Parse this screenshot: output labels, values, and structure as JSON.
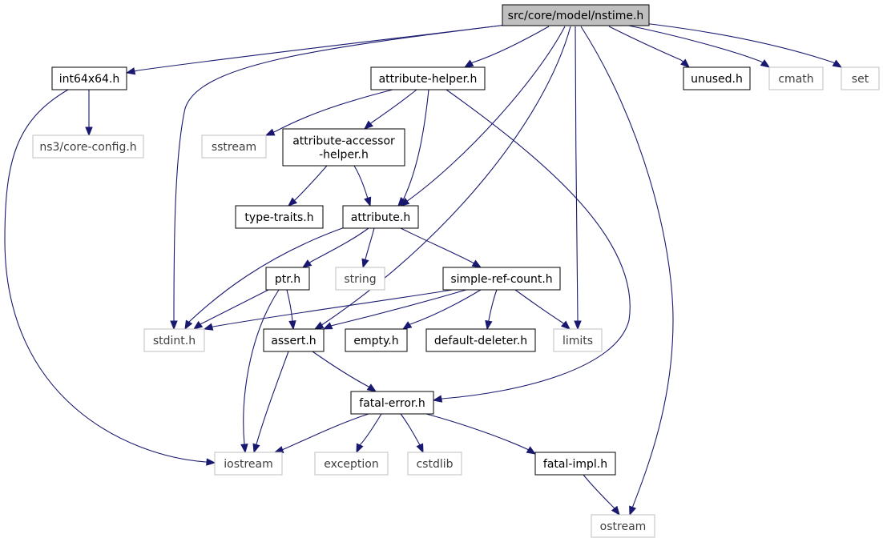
{
  "graph": {
    "focus_node": "nstime",
    "colors": {
      "edge": "#191970",
      "documented_border": "#000000",
      "external_border": "#bfbfbf",
      "focus_fill": "#bfbfbf"
    },
    "nodes": [
      {
        "id": "nstime",
        "lines": [
          "src/core/model/nstime.h"
        ],
        "kind": "focus"
      },
      {
        "id": "int64x64",
        "lines": [
          "int64x64.h"
        ],
        "kind": "documented"
      },
      {
        "id": "attribute-helper",
        "lines": [
          "attribute-helper.h"
        ],
        "kind": "documented"
      },
      {
        "id": "unused",
        "lines": [
          "unused.h"
        ],
        "kind": "documented"
      },
      {
        "id": "cmath",
        "lines": [
          "cmath"
        ],
        "kind": "external"
      },
      {
        "id": "set",
        "lines": [
          "set"
        ],
        "kind": "external"
      },
      {
        "id": "core-config",
        "lines": [
          "ns3/core-config.h"
        ],
        "kind": "external"
      },
      {
        "id": "sstream",
        "lines": [
          "sstream"
        ],
        "kind": "external"
      },
      {
        "id": "attribute-accessor-helper",
        "lines": [
          "attribute-accessor",
          "-helper.h"
        ],
        "kind": "documented"
      },
      {
        "id": "type-traits",
        "lines": [
          "type-traits.h"
        ],
        "kind": "documented"
      },
      {
        "id": "attribute",
        "lines": [
          "attribute.h"
        ],
        "kind": "documented"
      },
      {
        "id": "ptr",
        "lines": [
          "ptr.h"
        ],
        "kind": "documented"
      },
      {
        "id": "string",
        "lines": [
          "string"
        ],
        "kind": "external"
      },
      {
        "id": "simple-ref-count",
        "lines": [
          "simple-ref-count.h"
        ],
        "kind": "documented"
      },
      {
        "id": "stdint",
        "lines": [
          "stdint.h"
        ],
        "kind": "external"
      },
      {
        "id": "assert",
        "lines": [
          "assert.h"
        ],
        "kind": "documented"
      },
      {
        "id": "empty",
        "lines": [
          "empty.h"
        ],
        "kind": "documented"
      },
      {
        "id": "default-deleter",
        "lines": [
          "default-deleter.h"
        ],
        "kind": "documented"
      },
      {
        "id": "limits",
        "lines": [
          "limits"
        ],
        "kind": "external"
      },
      {
        "id": "fatal-error",
        "lines": [
          "fatal-error.h"
        ],
        "kind": "documented"
      },
      {
        "id": "iostream",
        "lines": [
          "iostream"
        ],
        "kind": "external"
      },
      {
        "id": "exception",
        "lines": [
          "exception"
        ],
        "kind": "external"
      },
      {
        "id": "cstdlib",
        "lines": [
          "cstdlib"
        ],
        "kind": "external"
      },
      {
        "id": "fatal-impl",
        "lines": [
          "fatal-impl.h"
        ],
        "kind": "documented"
      },
      {
        "id": "ostream",
        "lines": [
          "ostream"
        ],
        "kind": "external"
      }
    ],
    "edges": [
      [
        "nstime",
        "int64x64"
      ],
      [
        "nstime",
        "attribute-helper"
      ],
      [
        "nstime",
        "unused"
      ],
      [
        "nstime",
        "cmath"
      ],
      [
        "nstime",
        "set"
      ],
      [
        "nstime",
        "stdint"
      ],
      [
        "nstime",
        "attribute"
      ],
      [
        "nstime",
        "assert"
      ],
      [
        "nstime",
        "limits"
      ],
      [
        "nstime",
        "ostream"
      ],
      [
        "int64x64",
        "core-config"
      ],
      [
        "int64x64",
        "iostream"
      ],
      [
        "attribute-helper",
        "sstream"
      ],
      [
        "attribute-helper",
        "attribute-accessor-helper"
      ],
      [
        "attribute-helper",
        "attribute"
      ],
      [
        "attribute-helper",
        "fatal-error"
      ],
      [
        "attribute-accessor-helper",
        "type-traits"
      ],
      [
        "attribute-accessor-helper",
        "attribute"
      ],
      [
        "attribute",
        "stdint"
      ],
      [
        "attribute",
        "ptr"
      ],
      [
        "attribute",
        "string"
      ],
      [
        "attribute",
        "simple-ref-count"
      ],
      [
        "ptr",
        "stdint"
      ],
      [
        "ptr",
        "assert"
      ],
      [
        "ptr",
        "iostream"
      ],
      [
        "simple-ref-count",
        "stdint"
      ],
      [
        "simple-ref-count",
        "assert"
      ],
      [
        "simple-ref-count",
        "empty"
      ],
      [
        "simple-ref-count",
        "default-deleter"
      ],
      [
        "simple-ref-count",
        "limits"
      ],
      [
        "assert",
        "iostream"
      ],
      [
        "assert",
        "fatal-error"
      ],
      [
        "fatal-error",
        "iostream"
      ],
      [
        "fatal-error",
        "exception"
      ],
      [
        "fatal-error",
        "cstdlib"
      ],
      [
        "fatal-error",
        "fatal-impl"
      ],
      [
        "fatal-impl",
        "ostream"
      ]
    ]
  }
}
